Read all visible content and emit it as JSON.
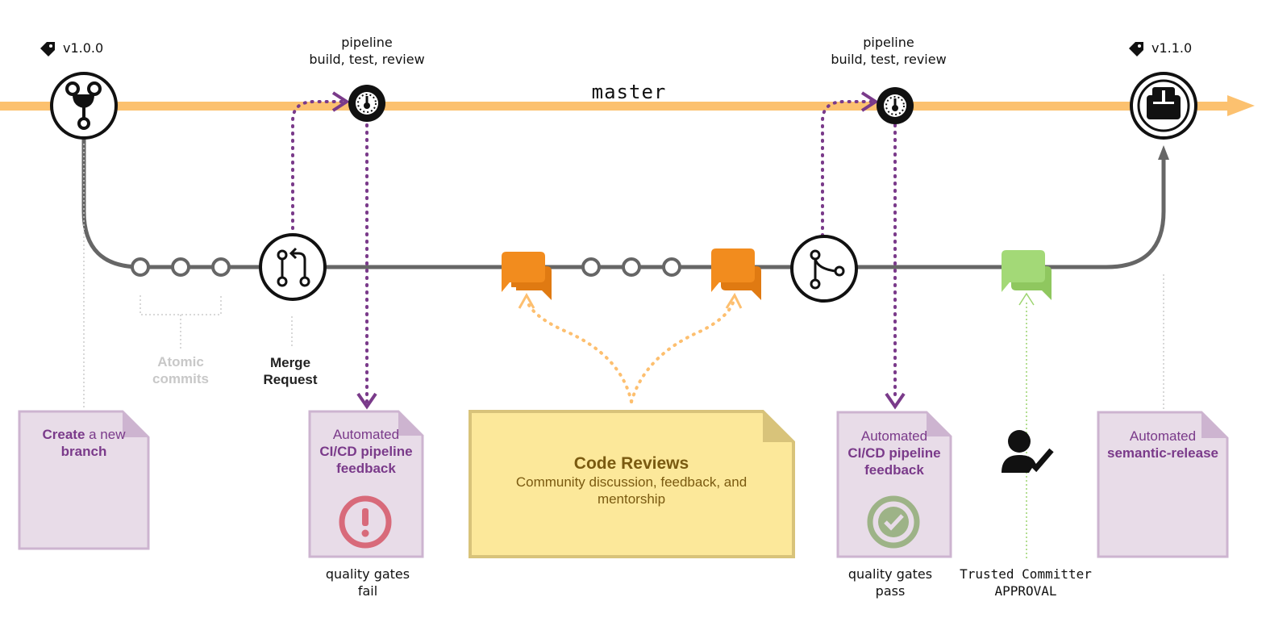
{
  "colors": {
    "master": "#fcc16f",
    "branch": "#666666",
    "pipeline_flow": "#7a3a8a",
    "review_flow": "#fdbf6f",
    "approval_flow": "#9cd46f",
    "doc_fill": "#e8dce8",
    "doc_border": "#cdb4d0",
    "review_note_fill": "#fce89a",
    "review_note_border": "#d8c37a",
    "review_bubble": "#f28c1e",
    "approval_bubble": "#a3d977",
    "fail": "#d86a7a",
    "pass": "#9db387"
  },
  "tags": {
    "start": {
      "label": "v1.0.0",
      "icon": "tag-icon"
    },
    "end": {
      "label": "v1.1.0",
      "icon": "tag-icon"
    }
  },
  "master": {
    "label": "master"
  },
  "pipelines": [
    {
      "title": "pipeline",
      "subtitle": "build, test, review",
      "icon": "pipeline-gauge-icon"
    },
    {
      "title": "pipeline",
      "subtitle": "build, test, review",
      "icon": "pipeline-gauge-icon"
    }
  ],
  "branch": {
    "atomic_commits_label": [
      "Atomic",
      "commits"
    ],
    "merge_request_label": [
      "Merge",
      "Request"
    ]
  },
  "docs": {
    "create_branch": {
      "bold1": "Create",
      "text1": " a new",
      "bold2": "branch"
    },
    "pipeline_fail": {
      "line1": "Automated",
      "line2": "CI/CD pipeline",
      "line3": "feedback",
      "status_icon": "exclamation-icon"
    },
    "pipeline_pass": {
      "line1": "Automated",
      "line2": "CI/CD pipeline",
      "line3": "feedback",
      "status_icon": "check-icon"
    },
    "semantic_release": {
      "line1": "Automated",
      "line2": "semantic-release"
    }
  },
  "code_reviews": {
    "title": "Code Reviews",
    "subtitle_line1": "Community discussion, feedback, and",
    "subtitle_line2": "mentorship"
  },
  "quality_gates": {
    "fail": [
      "quality gates",
      "fail"
    ],
    "pass": [
      "quality gates",
      "pass"
    ]
  },
  "approval": {
    "line1": "Trusted Committer",
    "line2": "APPROVAL",
    "icon": "user-check-icon"
  }
}
